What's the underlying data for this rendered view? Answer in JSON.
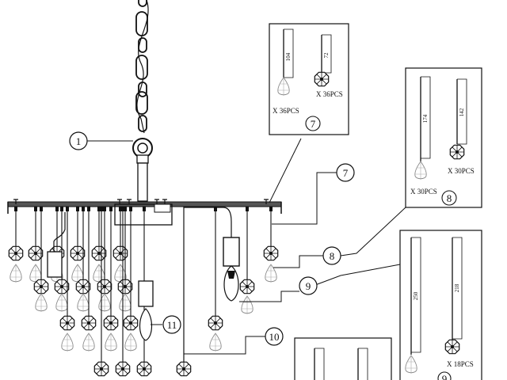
{
  "callouts": [
    {
      "id": "1",
      "label": "1"
    },
    {
      "id": "7",
      "label": "7"
    },
    {
      "id": "8",
      "label": "8"
    },
    {
      "id": "9",
      "label": "9"
    },
    {
      "id": "10",
      "label": "10"
    },
    {
      "id": "11",
      "label": "11"
    }
  ],
  "detail_boxes": {
    "box7": {
      "badge": "7",
      "items": [
        {
          "dimension": "104",
          "quantity": "X 36PCS",
          "icon": "teardrop-crystal-icon"
        },
        {
          "dimension": "72",
          "quantity": "X 36PCS",
          "icon": "octagon-crystal-icon"
        }
      ]
    },
    "box8": {
      "badge": "8",
      "items": [
        {
          "dimension": "174",
          "quantity": "X 30PCS",
          "icon": "teardrop-crystal-icon"
        },
        {
          "dimension": "142",
          "quantity": "X 30PCS",
          "icon": "octagon-crystal-icon"
        }
      ]
    },
    "box9": {
      "badge": "9",
      "items": [
        {
          "dimension": "250",
          "quantity": "",
          "icon": "teardrop-crystal-icon"
        },
        {
          "dimension": "218",
          "quantity": "X 18PCS",
          "icon": "octagon-crystal-icon"
        }
      ]
    }
  },
  "colors": {
    "line": "#111111",
    "light": "#9a9a9a",
    "background": "#ffffff"
  }
}
